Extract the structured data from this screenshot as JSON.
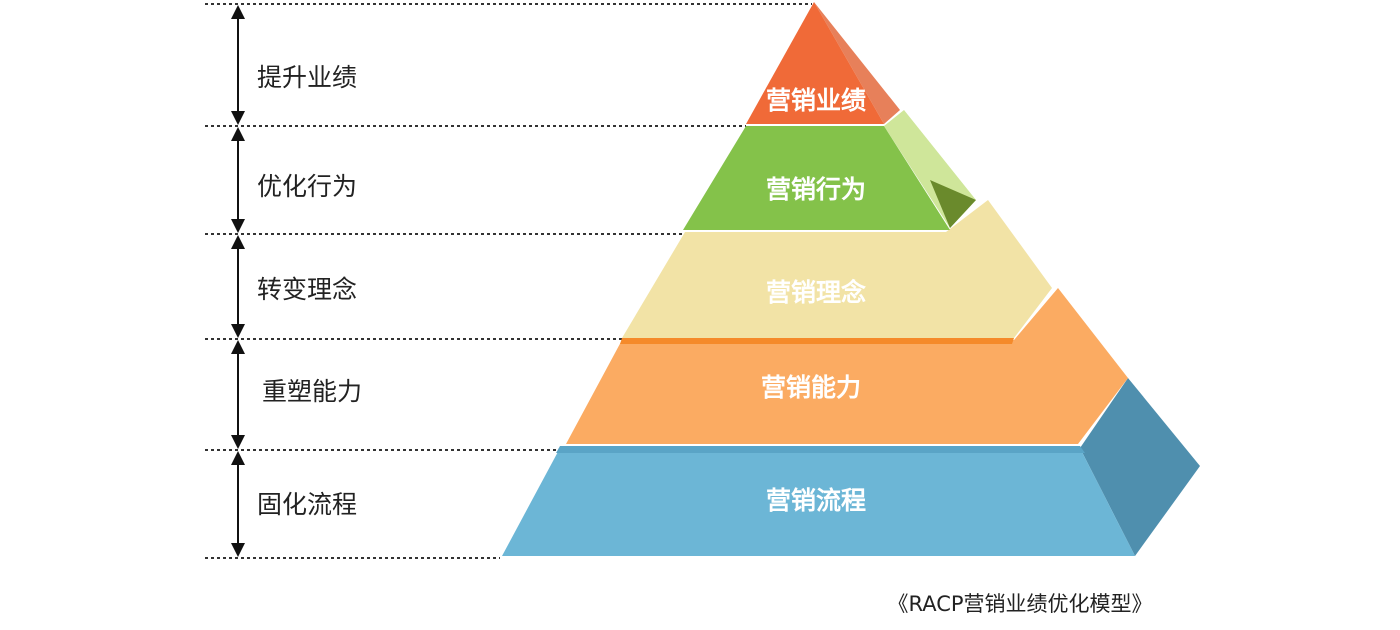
{
  "levels": [
    {
      "label": "提升业绩",
      "tier": "营销业绩",
      "color": "#f06a38"
    },
    {
      "label": "优化行为",
      "tier": "营销行为",
      "color": "#84c24a"
    },
    {
      "label": "转变理念",
      "tier": "营销理念",
      "color": "#f2e3a6"
    },
    {
      "label": "重塑能力",
      "tier": "营销能力",
      "color": "#fbab62"
    },
    {
      "label": "固化流程",
      "tier": "营销流程",
      "color": "#6cb6d6"
    }
  ],
  "caption": "《RACP营销业绩优化模型》"
}
